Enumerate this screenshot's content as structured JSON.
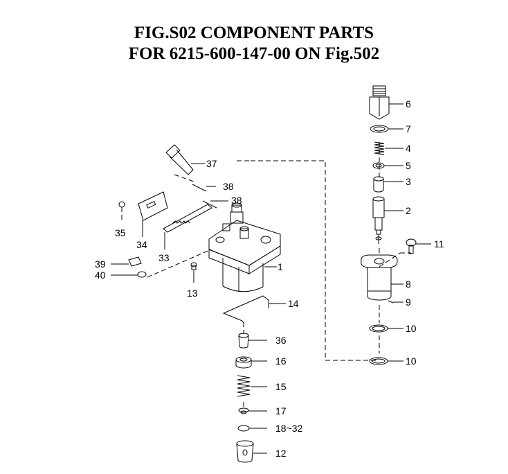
{
  "title": {
    "line1": "FIG.S02  COMPONENT PARTS",
    "line2": "FOR 6215-600-147-00 ON Fig.502"
  },
  "callouts": {
    "c1": "1",
    "c2": "2",
    "c3": "3",
    "c4": "4",
    "c5": "5",
    "c6": "6",
    "c7": "7",
    "c8": "8",
    "c9": "9",
    "c10a": "10",
    "c10b": "10",
    "c11": "11",
    "c12": "12",
    "c13": "13",
    "c14": "14",
    "c15": "15",
    "c16": "16",
    "c17": "17",
    "c18": "18~32",
    "c33": "33",
    "c34": "34",
    "c35": "35",
    "c36": "36",
    "c37": "37",
    "c38a": "38",
    "c38b": "38",
    "c39": "39",
    "c40": "40"
  },
  "colors": {
    "ink": "#000000",
    "paper": "#ffffff"
  }
}
